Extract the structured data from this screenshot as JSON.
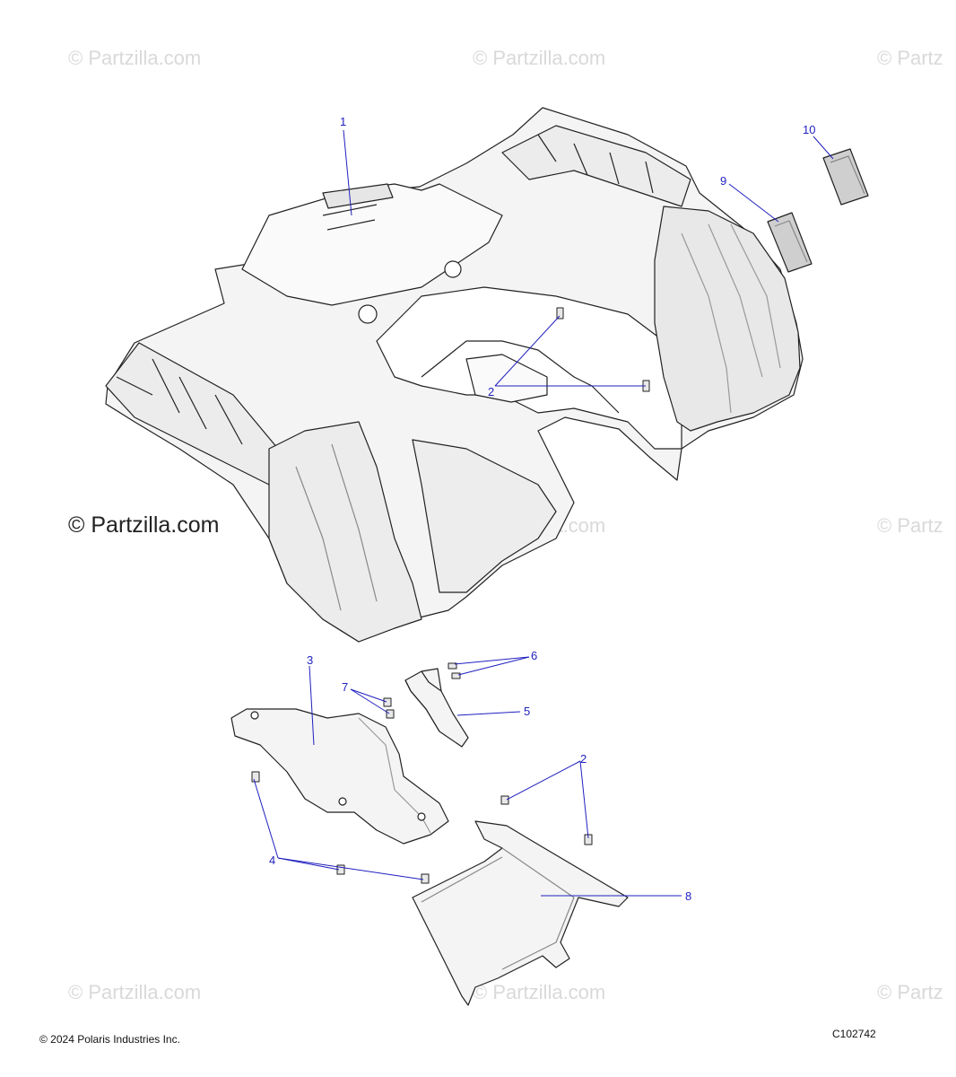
{
  "watermark": {
    "text": "© Partzilla.com",
    "clipped_text": "© Partz"
  },
  "callouts": {
    "c1": "1",
    "c2a": "2",
    "c2b": "2",
    "c3": "3",
    "c4": "4",
    "c5": "5",
    "c6": "6",
    "c7": "7",
    "c8": "8",
    "c9": "9",
    "c10": "10"
  },
  "footer": {
    "copyright": "© 2024 Polaris Industries Inc.",
    "diagram_id": "C102742"
  },
  "colors": {
    "outline": "#222222",
    "callout": "#1f1fbf",
    "watermark": "#d9d9d9",
    "fill": "#f4f4f4",
    "shade": "#c8c8c8"
  }
}
